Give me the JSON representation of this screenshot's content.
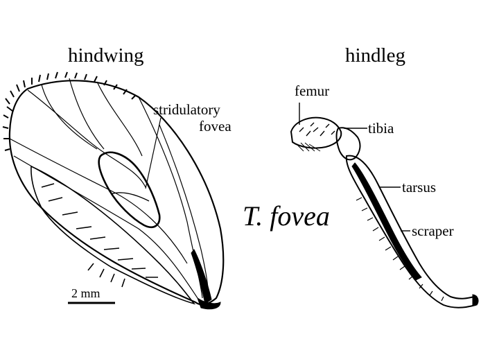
{
  "panels": {
    "hindwing": {
      "title": "hindwing",
      "label_stridulatory": "stridulatory",
      "label_fovea": "fovea",
      "scale_bar": "2 mm"
    },
    "hindleg": {
      "title": "hindleg",
      "label_femur": "femur",
      "label_tibia": "tibia",
      "label_tarsus": "tarsus",
      "label_scraper": "scraper"
    }
  },
  "species": "T. fovea",
  "colors": {
    "ink": "#000000",
    "background": "#ffffff"
  }
}
